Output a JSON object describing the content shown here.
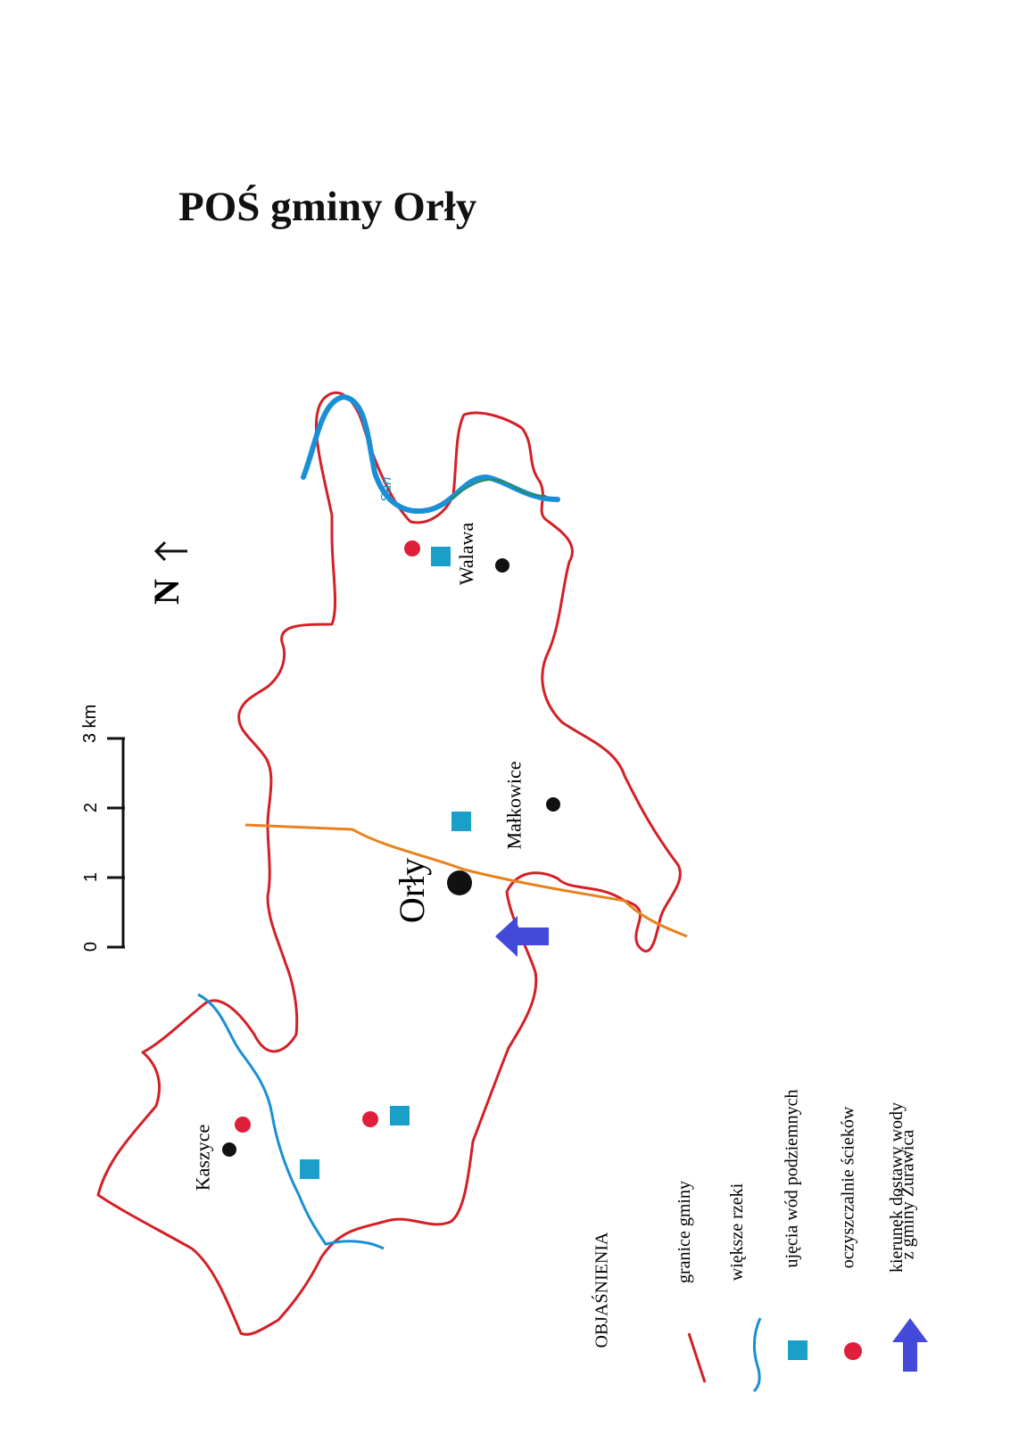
{
  "title": "POŚ gminy Orły",
  "north_label": "N",
  "scale": {
    "unit_label": "3 km",
    "ticks": [
      "0",
      "1",
      "2"
    ]
  },
  "places": {
    "orly": "Orły",
    "walawa": "Walawa",
    "malkowice": "Małkowice",
    "kaszyce": "Kaszyce",
    "river_san": "San"
  },
  "legend": {
    "heading": "OBJAŚNIENIA",
    "items": [
      {
        "label": "granice gminy",
        "symbol": "red-line"
      },
      {
        "label": "większe rzeki",
        "symbol": "blue-line"
      },
      {
        "label": "ujęcia wód podziemnych",
        "symbol": "teal-square"
      },
      {
        "label": "oczyszczalnie ścieków",
        "symbol": "red-dot"
      },
      {
        "label": "kierunek dostawy wody",
        "label2": "z gminy Żurawica",
        "symbol": "blue-arrow"
      }
    ]
  },
  "colors": {
    "boundary": "#d32027",
    "river": "#1a8fd6",
    "intake": "#1aa0c8",
    "treatment": "#e0203a",
    "arrow": "#4349d8",
    "road": "#e8821e",
    "place": "#111111"
  }
}
